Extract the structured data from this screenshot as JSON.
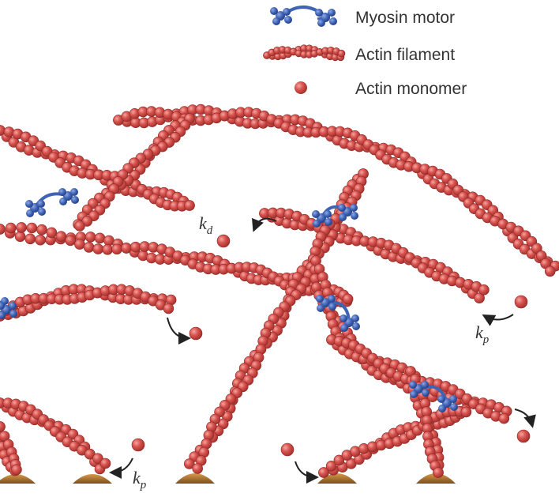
{
  "legend": {
    "myosin_label": "Myosin motor",
    "filament_label": "Actin filament",
    "monomer_label": "Actin monomer"
  },
  "rates": {
    "kd": {
      "symbol": "k",
      "subscript": "d"
    },
    "kp_right": {
      "symbol": "k",
      "subscript": "p"
    },
    "kp_bottom": {
      "symbol": "k",
      "subscript": "p"
    }
  },
  "colors": {
    "actin": "#d9534f",
    "actin_dark": "#b23a36",
    "myosin": "#3f63b5",
    "myosin_dark": "#274388",
    "anchor": "#b9772e",
    "arrow": "#222222"
  },
  "icons": [
    "myosin-motor-icon",
    "actin-filament-icon",
    "actin-monomer-icon",
    "anchor-icon",
    "arrow-icon"
  ]
}
